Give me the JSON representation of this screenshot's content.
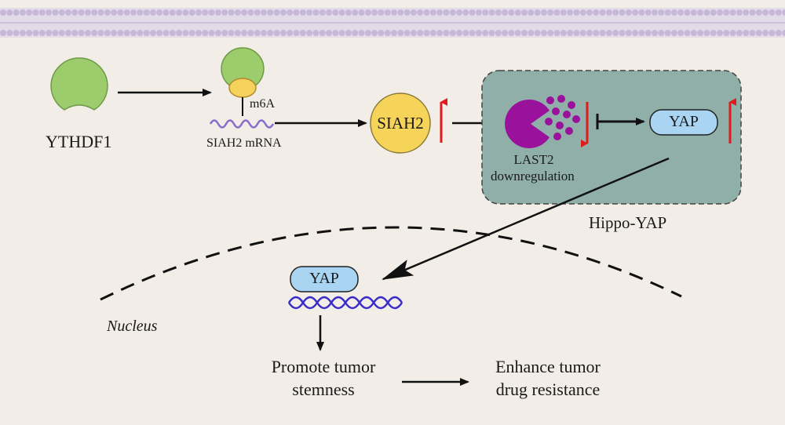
{
  "labels": {
    "ythdf1": "YTHDF1",
    "m6a": "m6A",
    "siah2_mrna": "SIAH2 mRNA",
    "siah2": "SIAH2",
    "last2": "LAST2",
    "downregulation": "downregulation",
    "yap_cytoplasm": "YAP",
    "hippo_yap": "Hippo-YAP",
    "nucleus": "Nucleus",
    "yap_nucleus": "YAP",
    "promote_line1": "Promote tumor",
    "promote_line2": "stemness",
    "enhance_line1": "Enhance tumor",
    "enhance_line2": "drug resistance"
  },
  "colors": {
    "background": "#f2ede6",
    "membrane": "#c8b8d8",
    "ythdf1_green": "#9ccc6c",
    "m6a_yellow": "#f5d25c",
    "siah2_yellow": "#f6d45a",
    "last2_purple": "#9a119c",
    "yap_blue": "#a9d4f2",
    "hippo_box": "#8fafa8",
    "up_down_arrow": "#e01b1b",
    "mrna_purple": "#8a6ccc",
    "dna_blue": "#3a2cc8"
  },
  "regulation": {
    "siah2": "up",
    "last2": "down",
    "yap": "up"
  }
}
